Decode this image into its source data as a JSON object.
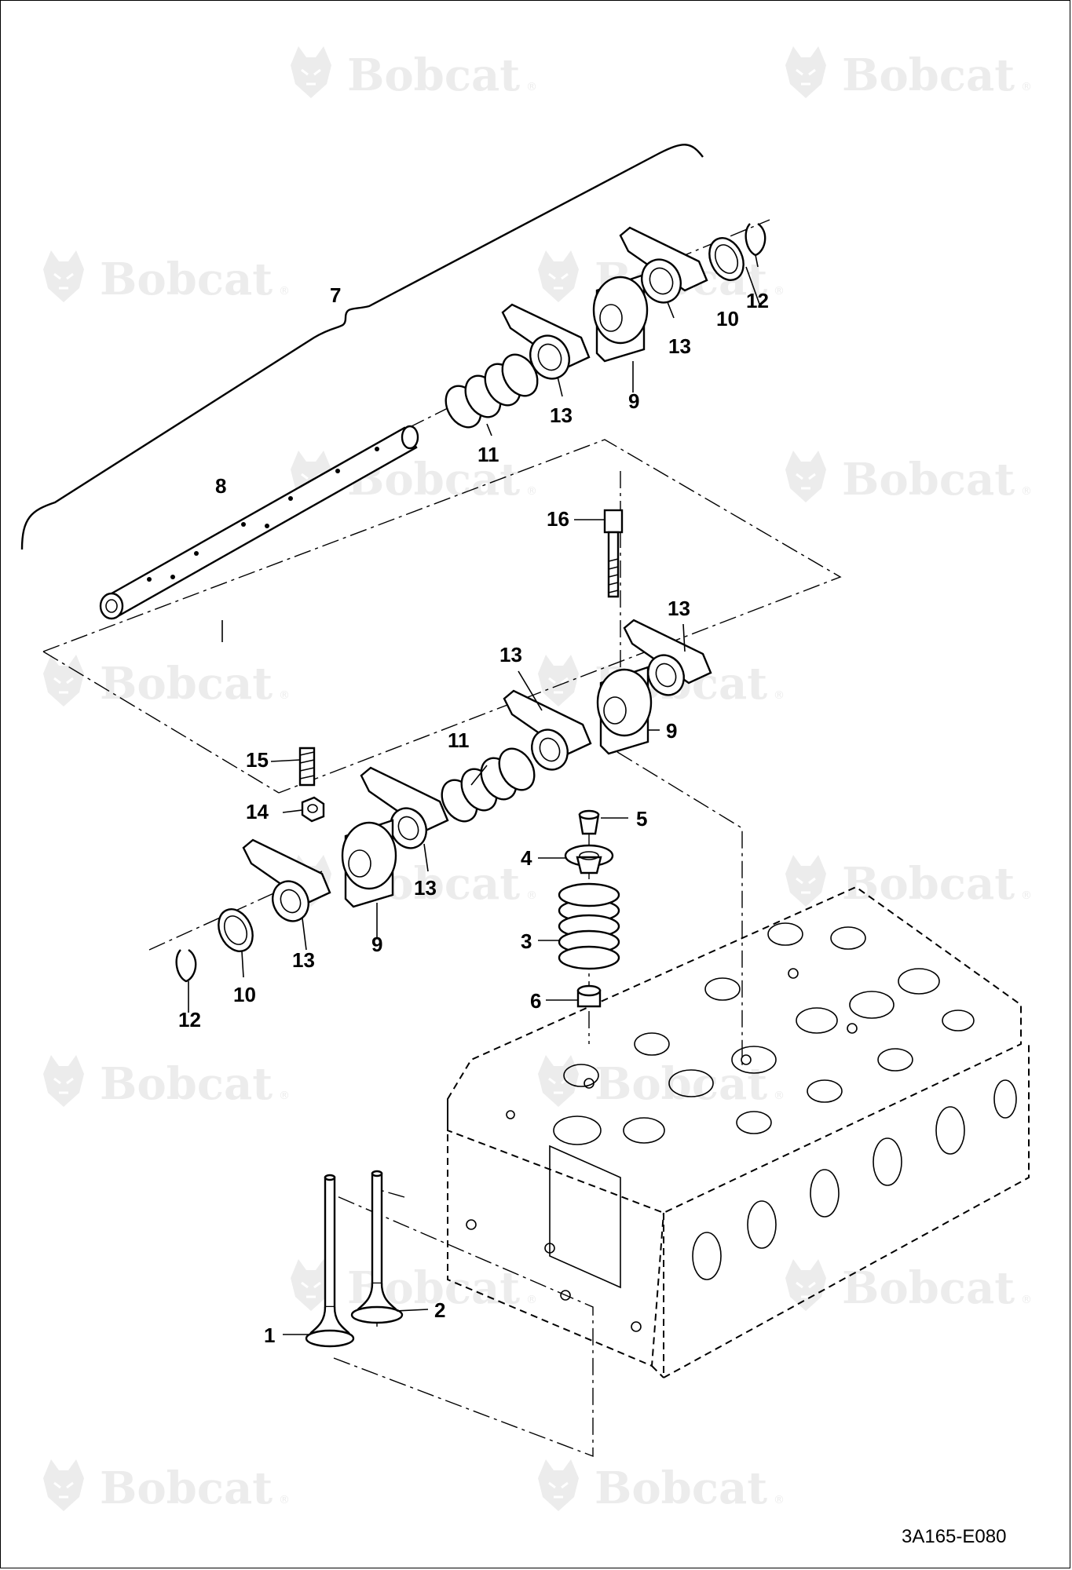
{
  "brand": {
    "watermark": "Bobcat",
    "registered": "®",
    "watermark_color": "#ececec"
  },
  "document_id": "3A165-E080",
  "callouts": [
    {
      "id": "c1",
      "label": "1"
    },
    {
      "id": "c2",
      "label": "2"
    },
    {
      "id": "c3",
      "label": "3"
    },
    {
      "id": "c4",
      "label": "4"
    },
    {
      "id": "c5",
      "label": "5"
    },
    {
      "id": "c6",
      "label": "6"
    },
    {
      "id": "c7",
      "label": "7"
    },
    {
      "id": "c8",
      "label": "8"
    },
    {
      "id": "c9a",
      "label": "9"
    },
    {
      "id": "c9b",
      "label": "9"
    },
    {
      "id": "c9c",
      "label": "9"
    },
    {
      "id": "c10a",
      "label": "10"
    },
    {
      "id": "c10b",
      "label": "10"
    },
    {
      "id": "c11a",
      "label": "11"
    },
    {
      "id": "c11b",
      "label": "11"
    },
    {
      "id": "c12a",
      "label": "12"
    },
    {
      "id": "c12b",
      "label": "12"
    },
    {
      "id": "c13a",
      "label": "13"
    },
    {
      "id": "c13b",
      "label": "13"
    },
    {
      "id": "c13c",
      "label": "13"
    },
    {
      "id": "c13d",
      "label": "13"
    },
    {
      "id": "c13e",
      "label": "13"
    },
    {
      "id": "c13f",
      "label": "13"
    },
    {
      "id": "c14",
      "label": "14"
    },
    {
      "id": "c15",
      "label": "15"
    },
    {
      "id": "c16",
      "label": "16"
    }
  ]
}
